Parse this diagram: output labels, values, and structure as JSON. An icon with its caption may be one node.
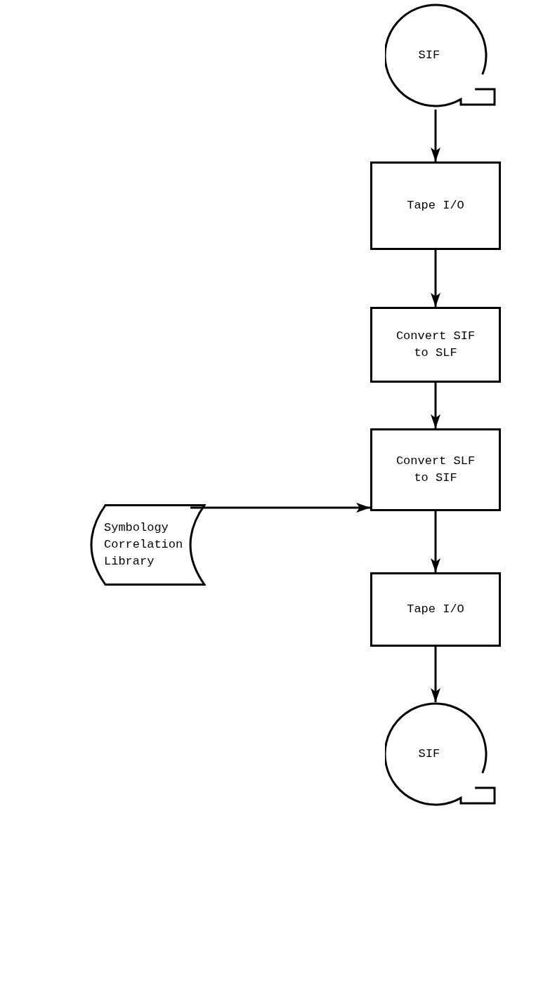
{
  "diagram": {
    "nodes": [
      {
        "text": [
          "SIF"
        ]
      },
      {
        "text": [
          "Tape I/O"
        ]
      },
      {
        "text": [
          "Convert SIF to SLF"
        ]
      },
      {
        "text": [
          "Symbology Correlation Library"
        ]
      },
      {
        "text": [
          "Convert SLF to SIF"
        ]
      },
      {
        "text": [
          "Tape I/O"
        ]
      },
      {
        "text": [
          "SIF"
        ]
      }
    ],
    "edges": [
      {
        "from": 0,
        "to": 1,
        "arrow": "to"
      },
      {
        "from": 1,
        "to": 2,
        "arrow": "to"
      },
      {
        "from": 2,
        "to": 4,
        "arrow": "to"
      },
      {
        "from": 3,
        "to": 4,
        "arrow": "to"
      },
      {
        "from": 4,
        "to": 5,
        "arrow": "to"
      },
      {
        "from": 5,
        "to": 6,
        "arrow": "to"
      }
    ]
  }
}
